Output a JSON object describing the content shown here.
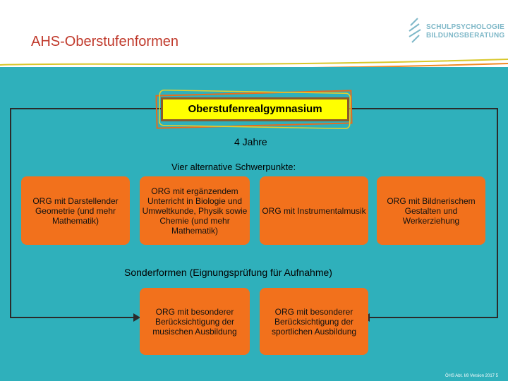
{
  "slide": {
    "title": "AHS-Oberstufenformen",
    "logo_line1": "SCHULPSYCHOLOGIE",
    "logo_line2": "BILDUNGSBERATUNG",
    "footer": "ÖHS  Abt. I/8  Version 2017    5"
  },
  "diagram": {
    "main_title": "Oberstufenrealgymnasium",
    "duration": "4 Jahre",
    "focus_heading": "Vier alternative Schwerpunkte:",
    "focus_boxes": [
      "ORG mit Darstellender Geometrie (und mehr Mathematik)",
      "ORG mit ergänzendem Unterricht in Biologie und Umweltkunde, Physik sowie Chemie (und mehr Mathematik)",
      "ORG mit Instrumentalmusik",
      "ORG mit Bildnerischem Gestalten und Werkerziehung"
    ],
    "special_heading": "Sonderformen (Eignungsprüfung für Aufnahme)",
    "special_boxes": [
      "ORG mit besonderer Berücksichtigung der musischen Ausbildung",
      "ORG mit besonderer Berücksichtigung der sportlichen Ausbildung"
    ]
  },
  "colors": {
    "title": "#c0392b",
    "panel": "#2fb0bb",
    "box": "#f2711c",
    "main_box": "#ffff00"
  }
}
